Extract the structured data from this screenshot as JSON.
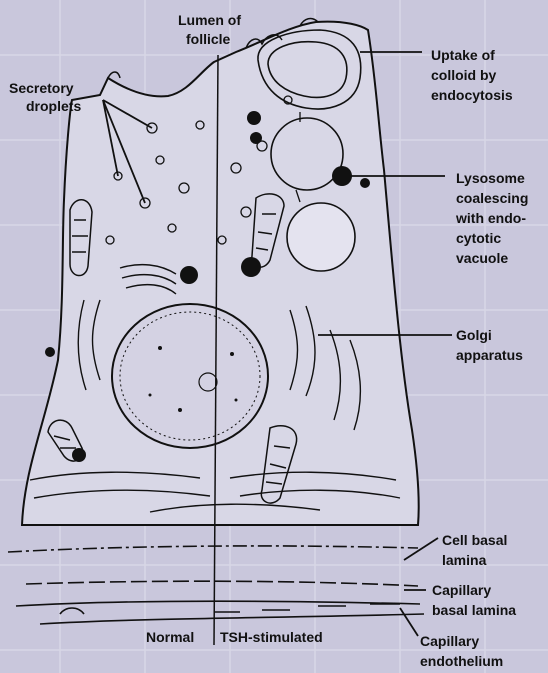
{
  "labels": {
    "lumen": [
      "Lumen of",
      "follicle"
    ],
    "secretory": [
      "Secretory",
      "droplets"
    ],
    "uptake": [
      "Uptake of",
      "colloid by",
      "endocytosis"
    ],
    "lysosome": [
      "Lysosome",
      "coalescing",
      "with endo-",
      "cytotic",
      "vacuole"
    ],
    "golgi": [
      "Golgi",
      "apparatus"
    ],
    "cell_basal": [
      "Cell basal",
      "lamina"
    ],
    "capillary_basal": [
      "Capillary",
      "basal lamina"
    ],
    "capillary_endo": [
      "Capillary",
      "endothelium"
    ],
    "normal": "Normal",
    "tsh": "TSH-stimulated"
  },
  "colors": {
    "background": "#c9c7dc",
    "grid": "#dcdbe9",
    "cell_fill": "#d8d7e6",
    "ink": "#111111"
  }
}
